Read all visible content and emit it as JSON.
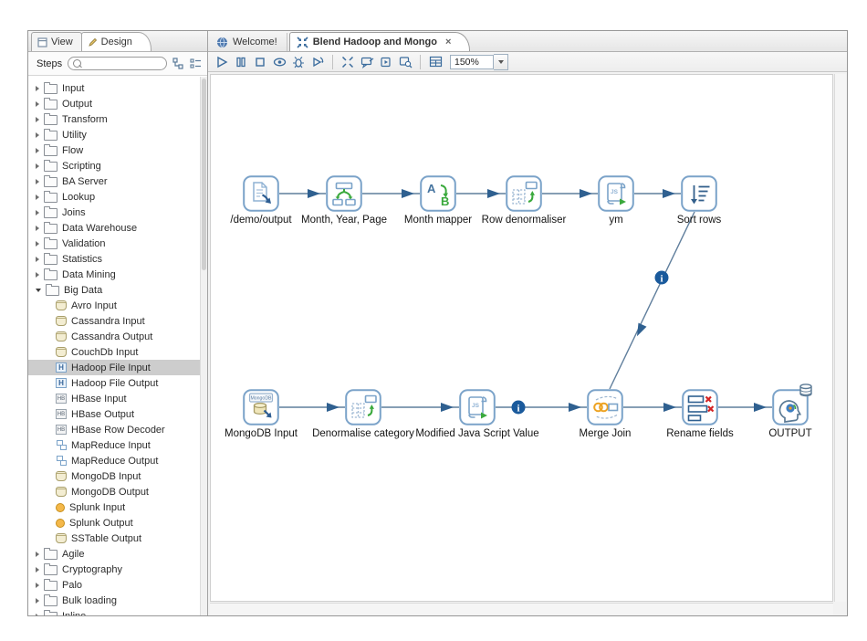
{
  "sidebar": {
    "tabs": [
      {
        "label": "View"
      },
      {
        "label": "Design"
      }
    ],
    "steps_label": "Steps",
    "big_data_label": "Big Data",
    "categories_before": [
      {
        "label": "Input"
      },
      {
        "label": "Output"
      },
      {
        "label": "Transform"
      },
      {
        "label": "Utility"
      },
      {
        "label": "Flow"
      },
      {
        "label": "Scripting"
      },
      {
        "label": "BA Server"
      },
      {
        "label": "Lookup"
      },
      {
        "label": "Joins"
      },
      {
        "label": "Data Warehouse"
      },
      {
        "label": "Validation"
      },
      {
        "label": "Statistics"
      },
      {
        "label": "Data Mining"
      }
    ],
    "big_data_children": [
      {
        "label": "Avro Input",
        "icon": "avro-input-icon",
        "icon_class": "icon-avro"
      },
      {
        "label": "Cassandra Input",
        "icon": "cassandra-input-icon",
        "icon_class": "icon-cassandra"
      },
      {
        "label": "Cassandra Output",
        "icon": "cassandra-output-icon",
        "icon_class": "icon-cassandra-out"
      },
      {
        "label": "CouchDb Input",
        "icon": "couchdb-input-icon",
        "icon_class": "icon-couchdb"
      },
      {
        "label": "Hadoop File Input",
        "icon": "hadoop-file-input-icon",
        "icon_class": "icon-hadoop-file",
        "row_class": "selected"
      },
      {
        "label": "Hadoop File Output",
        "icon": "hadoop-file-output-icon",
        "icon_class": "icon-hadoop-file-out"
      },
      {
        "label": "HBase Input",
        "icon": "hbase-input-icon",
        "icon_class": "icon-hbase"
      },
      {
        "label": "HBase Output",
        "icon": "hbase-output-icon",
        "icon_class": "icon-hbase-out"
      },
      {
        "label": "HBase Row Decoder",
        "icon": "hbase-row-decoder-icon",
        "icon_class": "icon-hbase-dec"
      },
      {
        "label": "MapReduce Input",
        "icon": "mapreduce-input-icon",
        "icon_class": "icon-mapreduce"
      },
      {
        "label": "MapReduce Output",
        "icon": "mapreduce-output-icon",
        "icon_class": "icon-mapreduce-out"
      },
      {
        "label": "MongoDB Input",
        "icon": "mongodb-input-icon",
        "icon_class": "icon-mongodb"
      },
      {
        "label": "MongoDB Output",
        "icon": "mongodb-output-icon",
        "icon_class": "icon-mongodb-out"
      },
      {
        "label": "Splunk Input",
        "icon": "splunk-input-icon",
        "icon_class": "icon-splunk"
      },
      {
        "label": "Splunk Output",
        "icon": "splunk-output-icon",
        "icon_class": "icon-splunk-out"
      },
      {
        "label": "SSTable Output",
        "icon": "sstable-output-icon",
        "icon_class": "icon-sstable-out"
      }
    ],
    "categories_after": [
      {
        "label": "Agile"
      },
      {
        "label": "Cryptography"
      },
      {
        "label": "Palo"
      },
      {
        "label": "Bulk loading"
      },
      {
        "label": "Inline"
      }
    ]
  },
  "main": {
    "tabs": [
      {
        "label": "Welcome!"
      },
      {
        "label": "Blend Hadoop and Mongo"
      }
    ],
    "toolbar": {
      "zoom_value": "150%"
    },
    "canvas": {
      "steps": [
        {
          "label": "/demo/output"
        },
        {
          "label": "Month, Year, Page"
        },
        {
          "label": "Month mapper"
        },
        {
          "label": "Row denormaliser"
        },
        {
          "label": "ym"
        },
        {
          "label": "Sort rows"
        },
        {
          "label": "MongoDB Input"
        },
        {
          "label": "Denormalise category"
        },
        {
          "label": "Modified Java Script Value"
        },
        {
          "label": "Merge Join"
        },
        {
          "label": "Rename fields"
        },
        {
          "label": "OUTPUT"
        }
      ],
      "glyphs": {
        "info": "i",
        "js": "JS",
        "mapper_a": "A",
        "mapper_b": "B",
        "mongodb": "MongoDB"
      }
    }
  },
  "icons": {
    "close_tab": "×"
  }
}
